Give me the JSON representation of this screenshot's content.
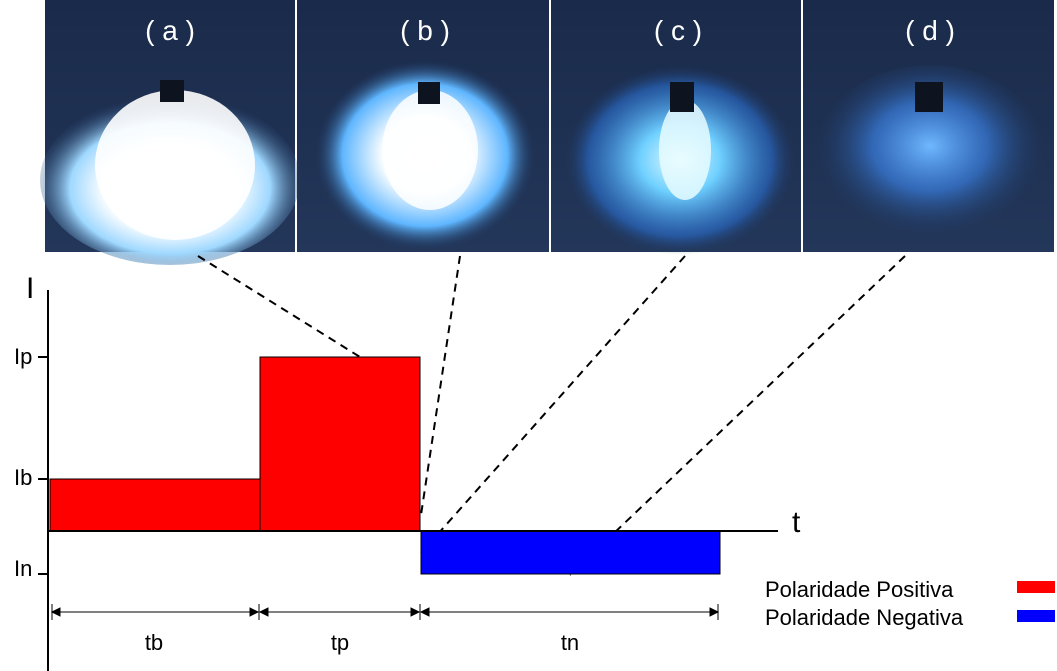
{
  "photos": [
    {
      "label": "( a )"
    },
    {
      "label": "( b )"
    },
    {
      "label": "( c )"
    },
    {
      "label": "( d )"
    }
  ],
  "axes": {
    "y_label": "I",
    "x_label": "t",
    "y_ticks": [
      "Ip",
      "Ib",
      "In"
    ]
  },
  "time_intervals": [
    "tb",
    "tp",
    "tn"
  ],
  "legend": [
    {
      "label": "Polaridade Positiva",
      "color": "#ff0000"
    },
    {
      "label": "Polaridade Negativa",
      "color": "#0000ff"
    }
  ],
  "waveform": {
    "segments": [
      {
        "interval": "tb",
        "level": "Ib",
        "polarity": "positive"
      },
      {
        "interval": "tp",
        "level": "Ip",
        "polarity": "positive"
      },
      {
        "interval": "tn",
        "level": "In",
        "polarity": "negative"
      }
    ]
  }
}
